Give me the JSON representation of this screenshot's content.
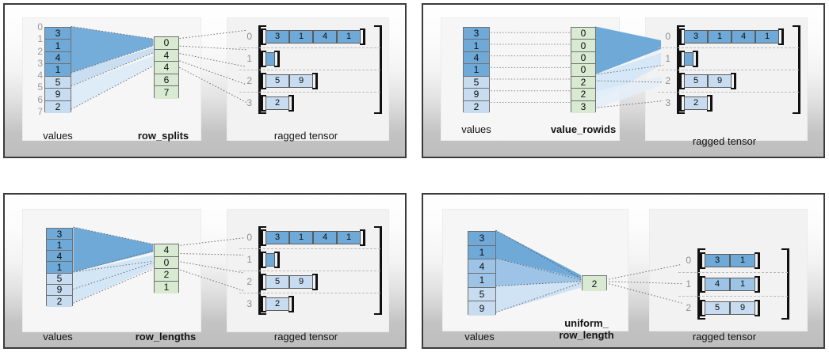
{
  "colors": {
    "blue_dark": "#6ea9d8",
    "blue_light": "#c7dcf0",
    "blue_mid": "#9dc4e6",
    "green": "#d9ead3",
    "green_border": "#7b7b7b",
    "bracket": "#111111",
    "index_gray": "#9a9a9a",
    "panel_border": "#3b3b3b",
    "card_bg": "#f4f4f4"
  },
  "panels": [
    {
      "id": "row_splits",
      "values_label": "values",
      "encoding_label": "row_splits",
      "tensor_label": "ragged tensor",
      "values": [
        "3",
        "1",
        "4",
        "1",
        "5",
        "9",
        "2"
      ],
      "value_shades": [
        "dark",
        "dark",
        "dark",
        "dark",
        "light",
        "light",
        "light"
      ],
      "index_ticks": [
        "0",
        "1",
        "2",
        "3",
        "4",
        "5",
        "6",
        "7"
      ],
      "encoding_values": [
        "0",
        "4",
        "4",
        "6",
        "7"
      ],
      "tensor_rows": [
        {
          "label": "0",
          "cells": [
            "3",
            "1",
            "4",
            "1"
          ],
          "shade": "dark"
        },
        {
          "label": "1",
          "cells": [],
          "shade": "dark"
        },
        {
          "label": "2",
          "cells": [
            "5",
            "9"
          ],
          "shade": "light"
        },
        {
          "label": "3",
          "cells": [
            "2"
          ],
          "shade": "light"
        }
      ]
    },
    {
      "id": "value_rowids",
      "values_label": "values",
      "encoding_label": "value_rowids",
      "tensor_label": "ragged tensor",
      "values": [
        "3",
        "1",
        "4",
        "1",
        "5",
        "9",
        "2"
      ],
      "value_shades": [
        "dark",
        "dark",
        "dark",
        "dark",
        "light",
        "light",
        "light"
      ],
      "index_ticks": [],
      "encoding_values": [
        "0",
        "0",
        "0",
        "0",
        "2",
        "2",
        "3"
      ],
      "tensor_rows": [
        {
          "label": "0",
          "cells": [
            "3",
            "1",
            "4",
            "1"
          ],
          "shade": "dark"
        },
        {
          "label": "1",
          "cells": [],
          "shade": "dark"
        },
        {
          "label": "2",
          "cells": [
            "5",
            "9"
          ],
          "shade": "light"
        },
        {
          "label": "3",
          "cells": [
            "2"
          ],
          "shade": "light"
        }
      ]
    },
    {
      "id": "row_lengths",
      "values_label": "values",
      "encoding_label": "row_lengths",
      "tensor_label": "ragged tensor",
      "values": [
        "3",
        "1",
        "4",
        "1",
        "5",
        "9",
        "2"
      ],
      "value_shades": [
        "dark",
        "dark",
        "dark",
        "dark",
        "light",
        "light",
        "light"
      ],
      "index_ticks": [],
      "encoding_values": [
        "4",
        "0",
        "2",
        "1"
      ],
      "tensor_rows": [
        {
          "label": "0",
          "cells": [
            "3",
            "1",
            "4",
            "1"
          ],
          "shade": "dark"
        },
        {
          "label": "1",
          "cells": [],
          "shade": "dark"
        },
        {
          "label": "2",
          "cells": [
            "5",
            "9"
          ],
          "shade": "light"
        },
        {
          "label": "3",
          "cells": [
            "2"
          ],
          "shade": "light"
        }
      ]
    },
    {
      "id": "uniform_row_length",
      "values_label": "values",
      "encoding_label": "uniform_\nrow_length",
      "tensor_label": "ragged tensor",
      "values": [
        "3",
        "1",
        "4",
        "1",
        "5",
        "9"
      ],
      "value_shades": [
        "dark",
        "dark",
        "mid",
        "mid",
        "light",
        "light"
      ],
      "index_ticks": [],
      "encoding_values": [
        "2"
      ],
      "tensor_rows": [
        {
          "label": "0",
          "cells": [
            "3",
            "1"
          ],
          "shade": "dark"
        },
        {
          "label": "1",
          "cells": [
            "4",
            "1"
          ],
          "shade": "mid"
        },
        {
          "label": "2",
          "cells": [
            "5",
            "9"
          ],
          "shade": "light"
        }
      ]
    }
  ]
}
